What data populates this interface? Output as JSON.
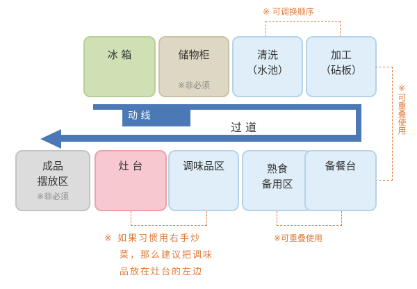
{
  "top_note": "※ 可调换顺序",
  "right_note": "※可重叠使用",
  "bottom_right_note": "※可重叠使用",
  "bottom_note_line1": "※ 如果习惯用右手炒",
  "bottom_note_line2": "菜，那么建议把调味",
  "bottom_note_line3": "品放在灶台的左边",
  "flow_label": "动 线",
  "aisle_label": "过 道",
  "top_row": [
    {
      "line1": "冰   箱",
      "line2": "",
      "note": ""
    },
    {
      "line1": "储物柜",
      "line2": "",
      "note": "※非必须"
    },
    {
      "line1": "清洗",
      "line2": "（水池）",
      "note": ""
    },
    {
      "line1": "加工",
      "line2": "（砧板）",
      "note": ""
    }
  ],
  "bottom_row": [
    {
      "line1": "成品",
      "line2": "摆放区",
      "note": "※非必须"
    },
    {
      "line1": "灶  台",
      "line2": "",
      "note": ""
    },
    {
      "line1": "调味品区",
      "line2": "",
      "note": ""
    },
    {
      "line1": "熟食",
      "line2": "备用区",
      "note": ""
    },
    {
      "line1": "备餐台",
      "line2": "",
      "note": ""
    }
  ],
  "colors": {
    "green_fill": "#cfe0b4",
    "green_border": "#b8cf97",
    "tan_fill": "#ddd8c3",
    "tan_border": "#c9c3a8",
    "blue_fill": "#dfeef8",
    "blue_border": "#b7d3e8",
    "grey_fill": "#dcdcdc",
    "grey_border": "#c4c4c4",
    "pink_fill": "#f7c8cf",
    "pink_border": "#e9a3ad",
    "arrow": "#4a79b5",
    "note_orange": "#e07b3a"
  }
}
